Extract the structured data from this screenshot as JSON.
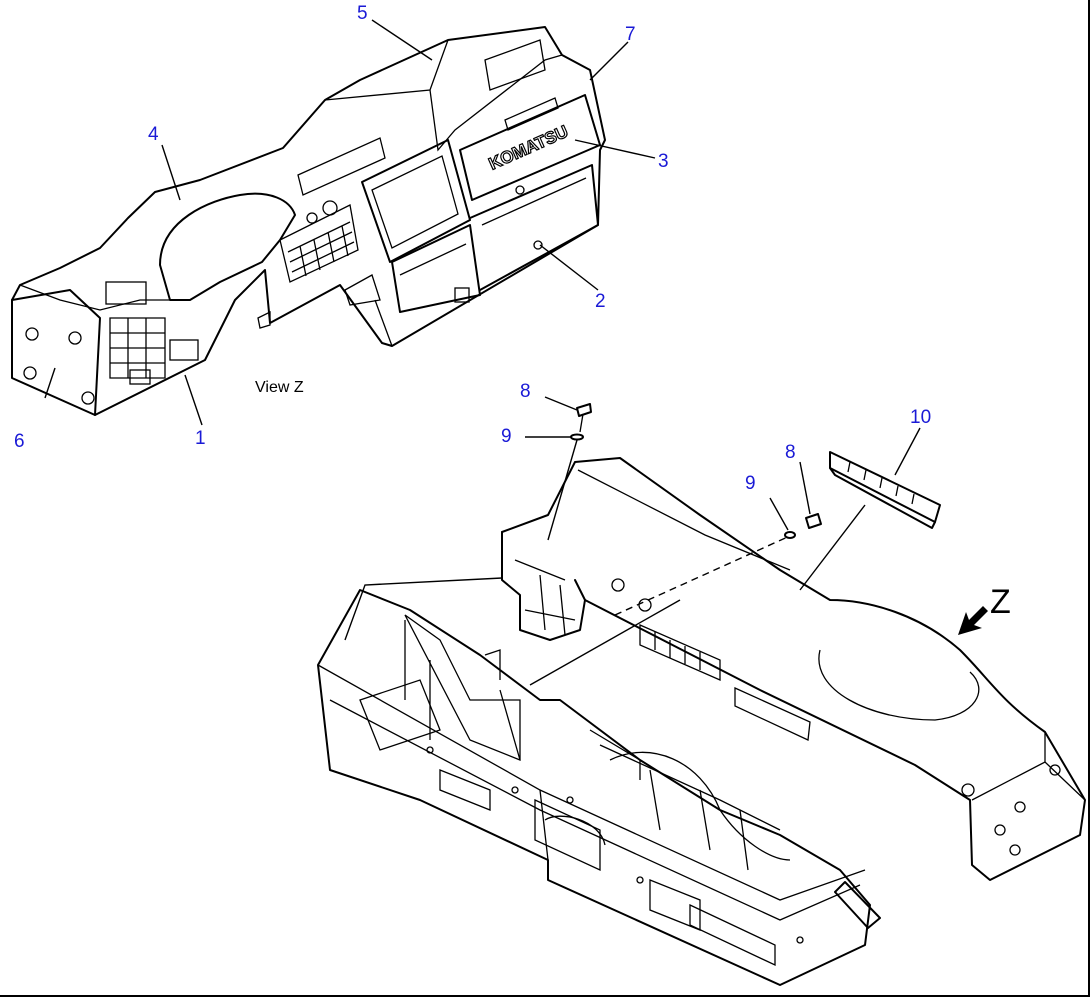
{
  "callouts": {
    "c1": "1",
    "c2": "2",
    "c3": "3",
    "c4": "4",
    "c5": "5",
    "c6": "6",
    "c7": "7",
    "c8a": "8",
    "c8b": "8",
    "c9a": "9",
    "c9b": "9",
    "c10": "10"
  },
  "labels": {
    "view_caption": "View Z",
    "view_marker": "Z",
    "brand": "KOMATSU"
  },
  "colors": {
    "callout": "#1a1ad6",
    "line": "#000000",
    "background": "#ffffff"
  }
}
